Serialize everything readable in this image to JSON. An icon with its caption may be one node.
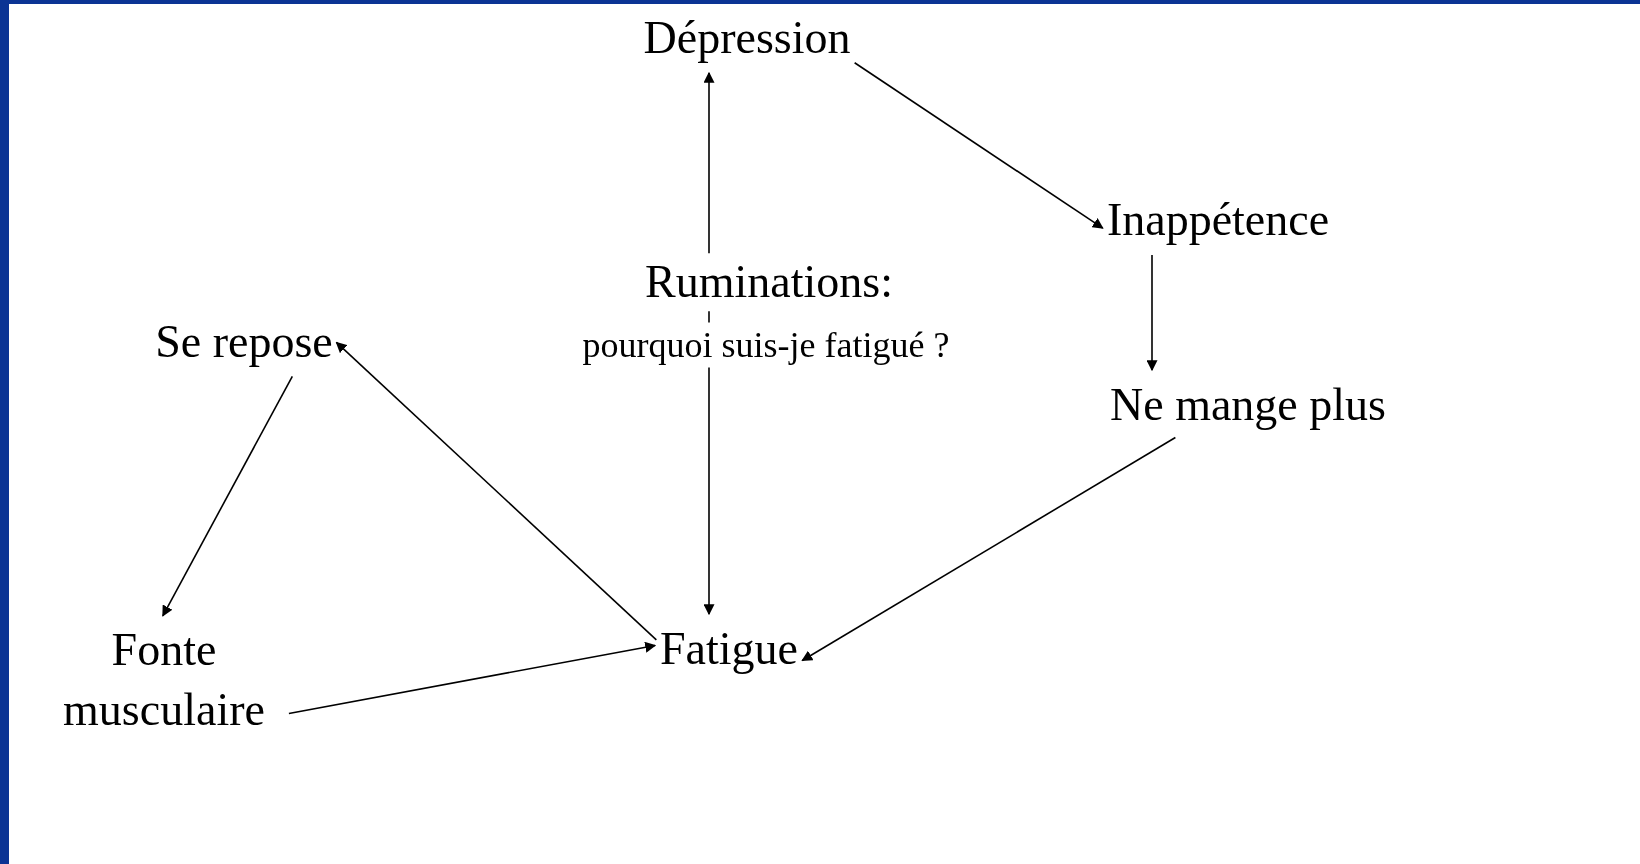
{
  "diagram": {
    "nodes": [
      {
        "text": [
          "Dépression"
        ]
      },
      {
        "text": [
          "Inappétence"
        ]
      },
      {
        "text": [
          "Ne mange plus"
        ]
      },
      {
        "text": [
          "Fatigue"
        ]
      },
      {
        "text": [
          "Se repose"
        ]
      },
      {
        "text": [
          "Fonte musculaire"
        ]
      }
    ],
    "edges": [
      {
        "from": 0,
        "to": 1,
        "arrow": "to"
      },
      {
        "from": 1,
        "to": 2,
        "arrow": "to"
      },
      {
        "from": 2,
        "to": 3,
        "arrow": "to"
      },
      {
        "from": 3,
        "to": 4,
        "arrow": "to"
      },
      {
        "from": 4,
        "to": 5,
        "arrow": "to"
      },
      {
        "from": 5,
        "to": 3,
        "arrow": "to"
      },
      {
        "from": 0,
        "to": 3,
        "arrow": "both"
      }
    ],
    "labels": [
      "Ruminations:",
      "pourquoi suis-je fatigué ?"
    ]
  }
}
